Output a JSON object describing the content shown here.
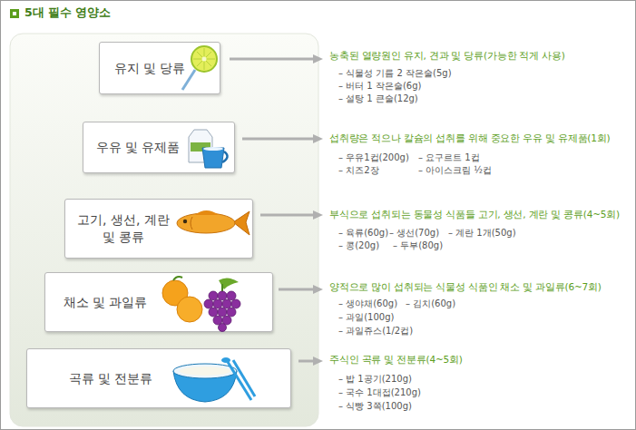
{
  "diagram": {
    "title": "5대 필수 영양소",
    "nodes": [
      {
        "text": [
          "유지 및 당류"
        ]
      },
      {
        "text": [
          "우유 및 유제품"
        ]
      },
      {
        "text": [
          "고기, 생선, 계란 및 콩류"
        ]
      },
      {
        "text": [
          "채소 및 과일류"
        ]
      },
      {
        "text": [
          "곡류 및 전분류"
        ]
      }
    ],
    "labels": [
      "농축된 열량원인 유지, 견과 및 당류(가능한 적게 사용)",
      "– 식물성 기름 2 작은술(5g)",
      "– 버터 1 작은술(6g)",
      "– 설탕 1 큰술(12g)",
      "섭취량은 적으나 칼슘의 섭취를 위해 중요한 우유 및 유제품(1회)",
      "– 우유1컵(200g)",
      "– 요구르트 1컵",
      "– 치즈2장",
      "– 아이스크림 ½컵",
      "부식으로 섭취되는 동물성 식품들 고기, 생선, 계란 및 콩류(4~5회)",
      "– 육류(60g)",
      "– 생선(70g)",
      "– 계란 1개(50g)",
      "– 콩(20g)",
      "– 두부(80g)",
      "양적으로 많이 섭취되는 식물성 식품인 채소 및 과일류(6~7회)",
      "– 생야채(60g)",
      "– 김치(60g)",
      "– 과일(100g)",
      "– 과일쥬스(1/2컵)",
      "주식인 곡류 및 전분류(4~5회)",
      "– 밥 1공기(210g)",
      "– 국수 1대접(210g)",
      "– 식빵 3쪽(100g)"
    ]
  }
}
